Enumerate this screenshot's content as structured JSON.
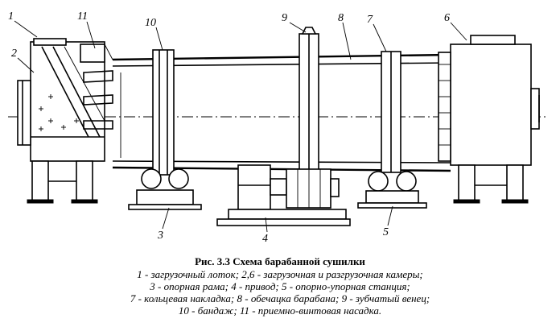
{
  "figure": {
    "callouts": {
      "n1": "1",
      "n11": "11",
      "n2": "2",
      "n10": "10",
      "n9": "9",
      "n8": "8",
      "n7": "7",
      "n6": "6",
      "n3": "3",
      "n4": "4",
      "n5": "5"
    }
  },
  "caption": {
    "title": "Рис. 3.3  Схема барабанной сушилки",
    "legend": [
      "1 - загрузочный лоток; 2,6 - загрузочная и разгрузочная камеры;",
      "3 - опорная рама; 4 - привод; 5 - опорно-упорная станция;",
      "7 - кольцевая накладка; 8 - обечацка барабана; 9 - зубчатый венец;",
      "10 - бандаж; 11 - приемно-винтовая насадка."
    ]
  }
}
